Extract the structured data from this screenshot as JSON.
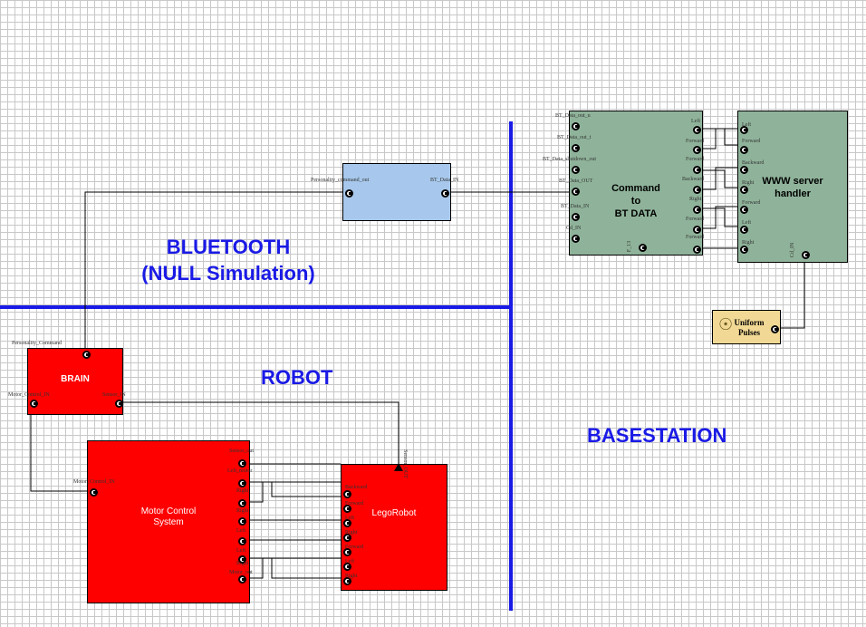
{
  "regions": {
    "bluetooth_line1": "BLUETOOTH",
    "bluetooth_line2": "(NULL Simulation)",
    "robot": "ROBOT",
    "basestation": "BASESTATION"
  },
  "blocks": {
    "bluetooth": {
      "port_left": "Personality_command_out",
      "port_right": "BT_Data_IN"
    },
    "command": {
      "title_1": "Command",
      "title_2": "to",
      "title_3": "BT DATA",
      "left_ports": [
        "BT_Data_out_u",
        "BT_Data_out_t",
        "BT_Data_shutdown_out",
        "BT_Data_OUT",
        "BT_Data_IN",
        "Cd_IN"
      ],
      "right_ports": [
        "Left",
        "Forward",
        "Forward",
        "Backward",
        "Right",
        "Forward",
        "Forward"
      ],
      "bottom_port": "F_13"
    },
    "www": {
      "title_1": "WWW server",
      "title_2": "handler",
      "left_ports": [
        "Left",
        "Forward",
        "Backward",
        "Right",
        "Forward",
        "Left",
        "Right"
      ],
      "bottom_port": "Cd_IN"
    },
    "uniform": {
      "title_1": "Uniform",
      "title_2": "Pulses"
    },
    "brain": {
      "title": "BRAIN",
      "top_port": "Personality_Command",
      "left_port": "Motor_Control_IN",
      "right_port": "Sensor_IN"
    },
    "motor": {
      "title_1": "Motor Control",
      "title_2": "System",
      "left_port": "Motor_Control_IN",
      "right_ports": [
        "Sensor_out",
        "Left_motor",
        "Right",
        "Right",
        "Left",
        "Left",
        "Right",
        "Motor_out"
      ]
    },
    "lego": {
      "title": "LegoRobot",
      "top_port": "Sensor_OUT",
      "left_ports": [
        "Backward",
        "Forward",
        "Left",
        "Right",
        "Forward",
        "Left",
        "Right"
      ]
    }
  }
}
